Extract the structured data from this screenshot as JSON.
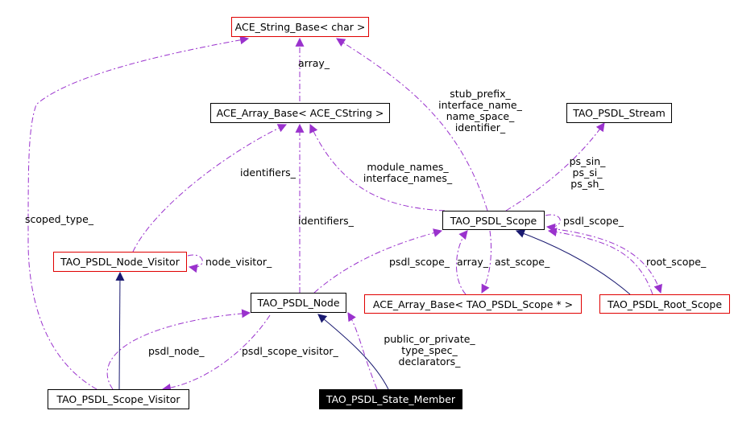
{
  "nodes": {
    "ace_string_base": "ACE_String_Base< char >",
    "ace_array_base_cstring": "ACE_Array_Base< ACE_CString >",
    "tao_psdl_stream": "TAO_PSDL_Stream",
    "tao_psdl_scope": "TAO_PSDL_Scope",
    "tao_psdl_node_visitor": "TAO_PSDL_Node_Visitor",
    "tao_psdl_node": "TAO_PSDL_Node",
    "ace_array_base_scope_ptr": "ACE_Array_Base< TAO_PSDL_Scope * >",
    "tao_psdl_root_scope": "TAO_PSDL_Root_Scope",
    "tao_psdl_scope_visitor": "TAO_PSDL_Scope_Visitor",
    "tao_psdl_state_member": "TAO_PSDL_State_Member"
  },
  "labels": {
    "array": "array_",
    "stub_prefix": [
      "stub_prefix_",
      "interface_name_",
      "name_space_",
      "identifier_"
    ],
    "module_names": [
      "module_names_",
      "interface_names_"
    ],
    "ps_streams": [
      "ps_sin_",
      "ps_si_",
      "ps_sh_"
    ],
    "identifiers_left": "identifiers_",
    "identifiers_mid": "identifiers_",
    "scoped_type": "scoped_type_",
    "psdl_scope_self": "psdl_scope_",
    "node_visitor": "node_visitor_",
    "psdl_scope_node": "psdl_scope_",
    "array_scope": "array_",
    "ast_scope": "ast_scope_",
    "root_scope": "root_scope_",
    "psdl_node": "psdl_node_",
    "psdl_scope_visitor": "psdl_scope_visitor_",
    "state_member_fields": [
      "public_or_private_",
      "type_spec_",
      "declarators_"
    ]
  },
  "colors": {
    "usage_edge": "#9a32cd",
    "inheritance_edge": "#191970",
    "node_border_incomplete": "#e00000",
    "node_border_complete": "#000000",
    "highlight_fill": "#000000"
  }
}
